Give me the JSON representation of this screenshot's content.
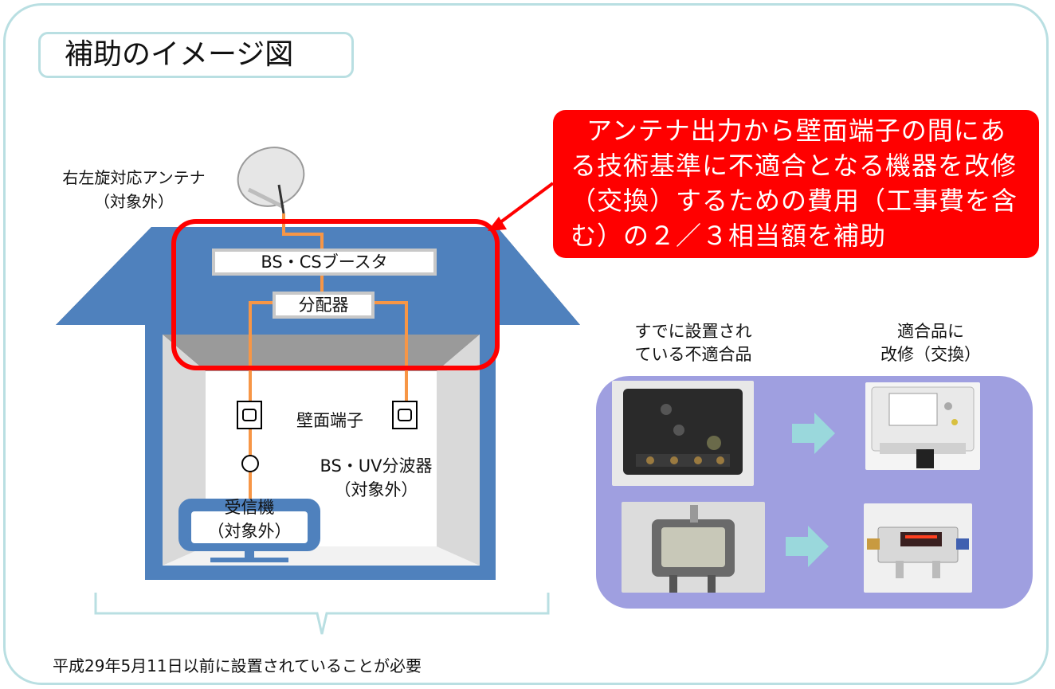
{
  "title": "補助のイメージ図",
  "antenna": {
    "line1": "右左旋対応アンテナ",
    "line2": "（対象外）"
  },
  "callout": {
    "text": "アンテナ出力から壁面端子の間にある技術基準に不適合となる機器を改修（交換）するための費用（工事費を含む）の２／３相当額を補助"
  },
  "house": {
    "booster": "BS・CSブースタ",
    "splitter": "分配器",
    "wall_terminal": "壁面端子",
    "separator_line1": "BS・UV分波器",
    "separator_line2": "（対象外）",
    "receiver_line1": "受信機",
    "receiver_line2": "（対象外）"
  },
  "comparison": {
    "left_heading_line1": "すでに設置され",
    "left_heading_line2": "ている不適合品",
    "right_heading_line1": "適合品に",
    "right_heading_line2": "改修（交換）"
  },
  "footer": "平成29年5月11日以前に設置されていることが必要",
  "colors": {
    "frame": "#b9dfe2",
    "house_blue": "#4f81bd",
    "house_dark": "#2f4f7a",
    "cable_orange": "#f79646",
    "highlight_red": "#ff0000",
    "panel_purple": "#9f9fe0",
    "arrow_cyan": "#9ad8dc"
  }
}
